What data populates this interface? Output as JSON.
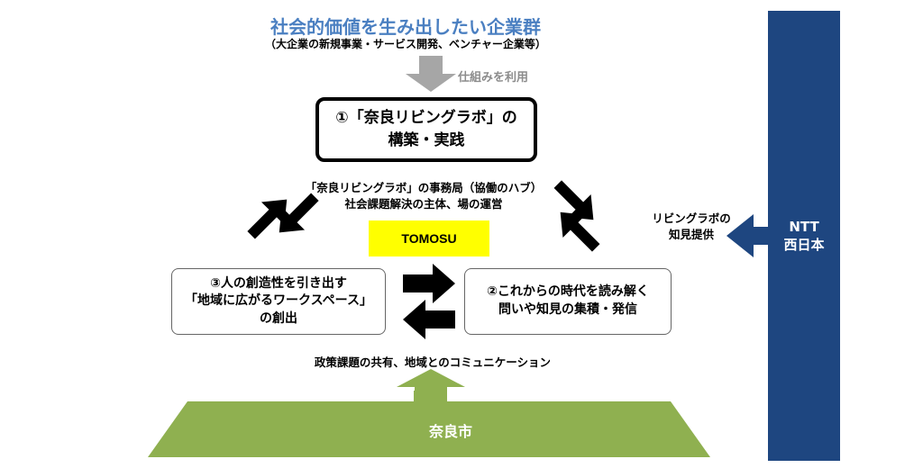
{
  "top": {
    "title": "社会的価値を生み出したい企業群",
    "subtitle": "（大企業の新規事業・サービス開発、ベンチャー企業等）"
  },
  "down_arrow_label": "仕組みを利用",
  "main_box": {
    "line1": "①「奈良リビングラボ」の",
    "line2": "構築・実践"
  },
  "secretariat": {
    "line1": "「奈良リビングラボ」の事務局（協働のハブ）",
    "line2": "社会課題解決の主体、場の運営"
  },
  "tomosu": "TOMOSU",
  "left_box": {
    "line1": "③人の創造性を引き出す",
    "line2": "「地域に広がるワークスペース」",
    "line3": "の創出"
  },
  "right_box": {
    "line1": "②これからの時代を読み解く",
    "line2": "問いや知見の集積・発信"
  },
  "policy_label": "政策課題の共有、地域とのコミュニケーション",
  "nara": "奈良市",
  "ntt": {
    "line1": "NTT",
    "line2": "西日本",
    "arrow_label_line1": "リビングラボの",
    "arrow_label_line2": "知見提供"
  },
  "colors": {
    "title_blue": "#4a7fc1",
    "gray_arrow": "#a6a6a6",
    "green": "#8fb050",
    "navy": "#1e4680",
    "tomosu_yellow": "#ffff00"
  },
  "icons": [
    "down-arrow-icon",
    "up-arrow-icon",
    "left-arrow-icon",
    "swap-arrows-icon"
  ]
}
